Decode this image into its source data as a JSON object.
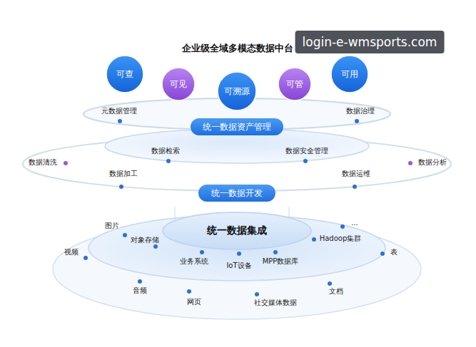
{
  "diagram": {
    "title": "企业级全域多模态数据中台",
    "nodes": [
      {
        "text": [
          "可查"
        ]
      },
      {
        "text": [
          "可见"
        ]
      },
      {
        "text": [
          "可溯源"
        ]
      },
      {
        "text": [
          "可管"
        ]
      },
      {
        "text": [
          "可用"
        ]
      },
      {
        "text": [
          "统一数据资产管理"
        ]
      },
      {
        "text": [
          "统一数据开发"
        ]
      },
      {
        "text": [
          "统一数据集成"
        ]
      }
    ],
    "labels": [
      "元数据管理",
      "数据治理",
      "数据检索",
      "数据安全管理",
      "数据清洗",
      "数据分析",
      "数据加工",
      "数据运维",
      "图片",
      "...",
      "对象存储",
      "Hadoop集群",
      "视频",
      "表",
      "业务系统",
      "IoT设备",
      "MPP数据库",
      "音频",
      "文档",
      "网页",
      "社交媒体数据",
      "login-e-wmsports.com"
    ]
  }
}
